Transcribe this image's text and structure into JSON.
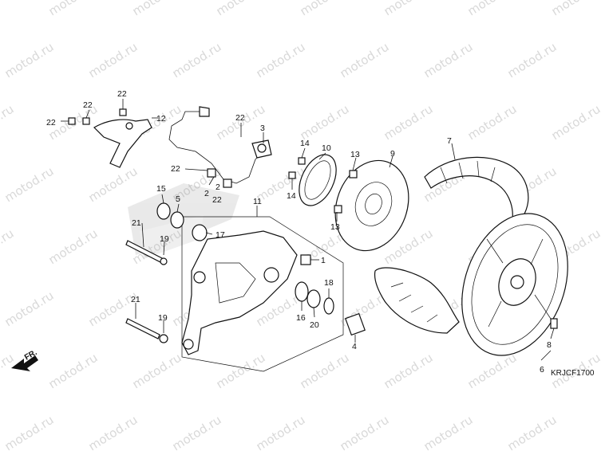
{
  "watermark": "motod.ru",
  "diagram_code": "KRJCF1700",
  "direction_label": "FR.",
  "callouts": [
    {
      "id": "22a",
      "text": "22"
    },
    {
      "id": "22b",
      "text": "22"
    },
    {
      "id": "22c",
      "text": "22"
    },
    {
      "id": "12",
      "text": "12"
    },
    {
      "id": "22d",
      "text": "22"
    },
    {
      "id": "3",
      "text": "3"
    },
    {
      "id": "22e",
      "text": "22"
    },
    {
      "id": "2a",
      "text": "2"
    },
    {
      "id": "22f",
      "text": "22"
    },
    {
      "id": "2b",
      "text": "2"
    },
    {
      "id": "14a",
      "text": "14"
    },
    {
      "id": "10",
      "text": "10"
    },
    {
      "id": "14b",
      "text": "14"
    },
    {
      "id": "13a",
      "text": "13"
    },
    {
      "id": "9",
      "text": "9"
    },
    {
      "id": "13b",
      "text": "13"
    },
    {
      "id": "7",
      "text": "7"
    },
    {
      "id": "15",
      "text": "15"
    },
    {
      "id": "5",
      "text": "5"
    },
    {
      "id": "11",
      "text": "11"
    },
    {
      "id": "21a",
      "text": "21"
    },
    {
      "id": "19a",
      "text": "19"
    },
    {
      "id": "17",
      "text": "17"
    },
    {
      "id": "1",
      "text": "1"
    },
    {
      "id": "18",
      "text": "18"
    },
    {
      "id": "21b",
      "text": "21"
    },
    {
      "id": "16",
      "text": "16"
    },
    {
      "id": "20",
      "text": "20"
    },
    {
      "id": "19b",
      "text": "19"
    },
    {
      "id": "4",
      "text": "4"
    },
    {
      "id": "8",
      "text": "8"
    },
    {
      "id": "6",
      "text": "6"
    }
  ]
}
